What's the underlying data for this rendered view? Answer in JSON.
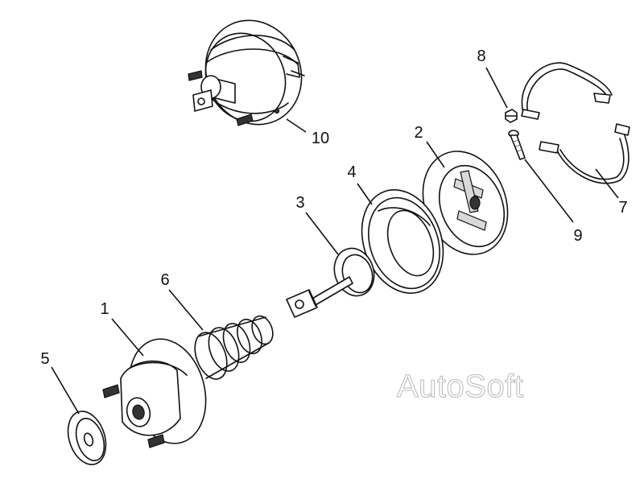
{
  "callouts": {
    "n1": "1",
    "n2": "2",
    "n3": "3",
    "n4": "4",
    "n5": "5",
    "n6": "6",
    "n7": "7",
    "n8": "8",
    "n9": "9",
    "n10": "10"
  },
  "watermark": "AutoSoft",
  "colors": {
    "line": "#111111",
    "background": "#ffffff",
    "watermark_outline": "#b9b9b9"
  }
}
